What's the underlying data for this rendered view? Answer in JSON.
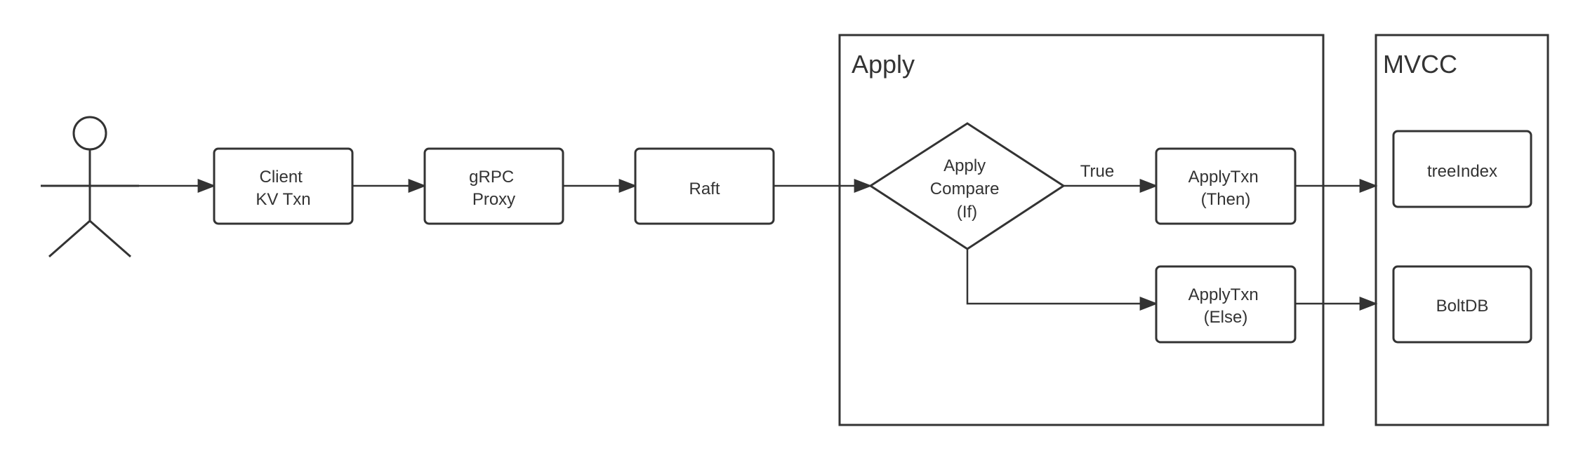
{
  "colors": {
    "stroke": "#333333",
    "background": "#ffffff"
  },
  "actor": {
    "name": "actor-icon"
  },
  "nodes": {
    "client": [
      "Client",
      "KV Txn"
    ],
    "grpc": [
      "gRPC",
      "Proxy"
    ],
    "raft": [
      "Raft"
    ],
    "compare": [
      "Apply",
      "Compare",
      "(If)"
    ],
    "then": [
      "ApplyTxn",
      "(Then)"
    ],
    "else": [
      "ApplyTxn",
      "(Else)"
    ],
    "treeindex": [
      "treeIndex"
    ],
    "boltdb": [
      "BoltDB"
    ]
  },
  "containers": {
    "apply": {
      "title": "Apply"
    },
    "mvcc": {
      "title": "MVCC"
    }
  },
  "edges": {
    "true_label": "True"
  }
}
